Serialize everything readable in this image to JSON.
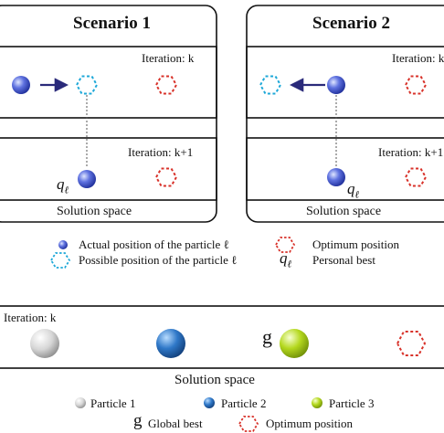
{
  "scenario1": {
    "title": "Scenario 1",
    "iteration_top": "Iteration: k",
    "iteration_bottom": "Iteration: k+1",
    "personal_best_symbol": "q",
    "personal_best_subscript": "ℓ",
    "axis_label": "Solution space"
  },
  "scenario2": {
    "title": "Scenario 2",
    "iteration_top": "Iteration: k",
    "iteration_bottom": "Iteration: k+1",
    "personal_best_symbol": "q",
    "personal_best_subscript": "ℓ",
    "axis_label": "Solution space"
  },
  "legend_top": {
    "actual_position": "Actual position of the particle ℓ",
    "possible_position": "Possible position of the particle ℓ",
    "optimum_position": "Optimum position",
    "personal_best_symbol": "q",
    "personal_best_subscript": "ℓ",
    "personal_best": "Personal best"
  },
  "bottom_panel": {
    "iteration": "Iteration: k",
    "global_best_symbol": "g",
    "axis_label": "Solution space"
  },
  "legend_bottom": {
    "particle1": "Particle 1",
    "particle2": "Particle 2",
    "particle3": "Particle 3",
    "global_best_symbol": "g",
    "global_best": "Global best",
    "optimum_position": "Optimum position"
  },
  "colors": {
    "particle_blue": "#3a4fc8",
    "possible_position_cyan": "#1ea8d8",
    "optimum_red": "#d8322a",
    "arrow_navy": "#2a2a7a",
    "particle1_gray": "#c8c8c8",
    "particle2_blue": "#2f6fb8",
    "particle3_green": "#a8d01e"
  }
}
